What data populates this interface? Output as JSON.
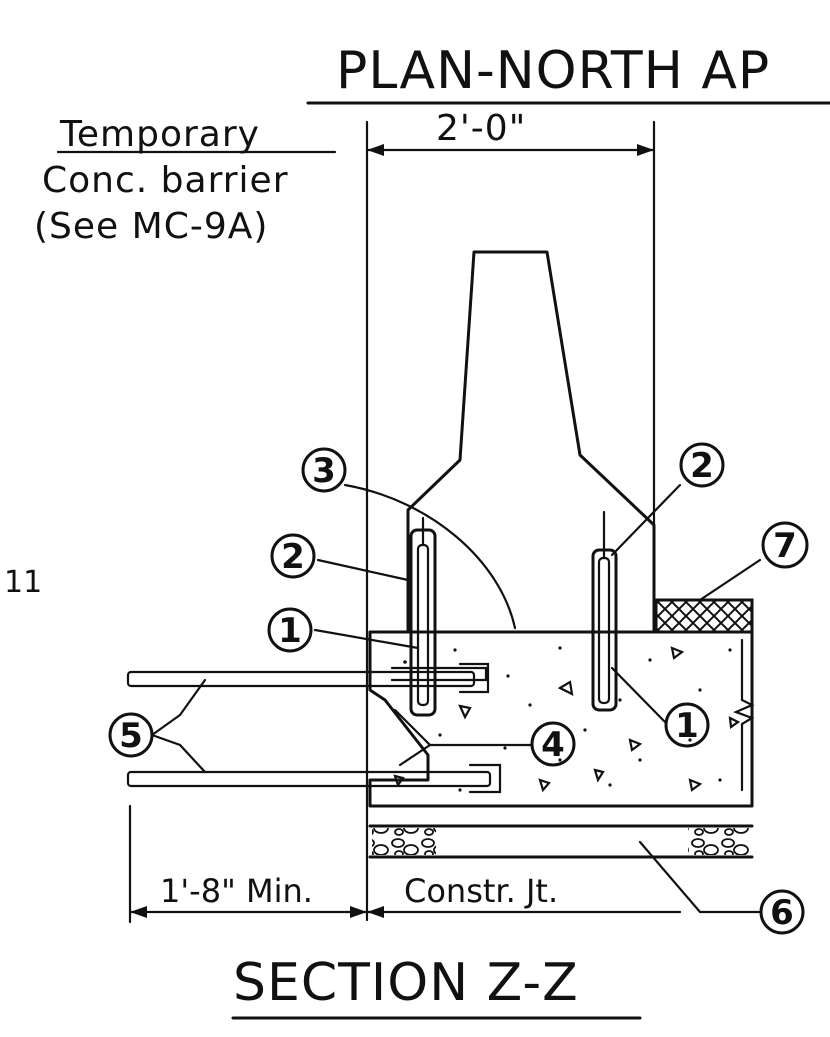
{
  "title_top": "PLAN-NORTH AP",
  "title_bottom": "SECTION Z-Z",
  "note": {
    "line1": "Temporary",
    "line2": "Conc. barrier",
    "line3": "(See MC-9A)"
  },
  "dimensions": {
    "top_width": "2'-0\"",
    "bottom_min": "1'-8\" Min.",
    "joint": "Constr. Jt."
  },
  "left_margin_mark": "11",
  "callouts": [
    "1",
    "1",
    "2",
    "2",
    "3",
    "4",
    "5",
    "6",
    "7"
  ]
}
